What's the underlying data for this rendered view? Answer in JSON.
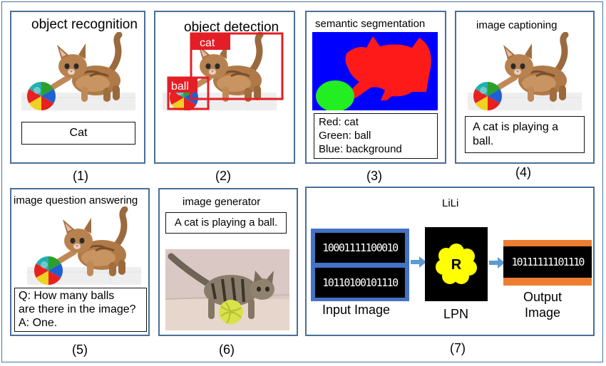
{
  "panels": {
    "p1": {
      "title": "object recognition",
      "box_text": "Cat",
      "number": "(1)"
    },
    "p2": {
      "title": "object detection",
      "labels": {
        "cat": "cat",
        "ball": "ball"
      },
      "number": "(2)"
    },
    "p3": {
      "title": "semantic segmentation",
      "lines": [
        "Red: cat",
        "Green: ball",
        "Blue: background"
      ],
      "number": "(3)"
    },
    "p4": {
      "title": "image captioning",
      "lines": [
        "A cat is playing a",
        "ball."
      ],
      "number": "(4)"
    },
    "p5": {
      "title": "image question answering",
      "lines": [
        "Q: How many balls",
        "are there in the image?",
        "A: One."
      ],
      "number": "(5)"
    },
    "p6": {
      "title": "image generator",
      "box_text": "A cat is playing a ball.",
      "number": "(6)"
    },
    "p7": {
      "title": "LiLi",
      "input_bits": [
        "10001111100010",
        "10110100101110"
      ],
      "input_label": "Input Image",
      "lpn_letter": "R",
      "lpn_label": "LPN",
      "output_bits": "10111111101110",
      "output_label_lines": [
        "Output",
        "Image"
      ],
      "number": "(7)"
    }
  },
  "colors": {
    "panel_border": "#4a6f99",
    "detect_red": "#e41e26",
    "seg_red": "#ff1a1a",
    "seg_green": "#22ee22",
    "seg_blue": "#0000ff",
    "arrow_blue": "#5b9bd5",
    "lpn_yellow": "#ffff00",
    "output_orange": "#ed7d31",
    "input_blue": "#4472c4"
  },
  "icons": [
    "kitten-photo",
    "beach-ball",
    "tabby-cat-photo",
    "yarn-ball",
    "cloud-shape",
    "right-arrow"
  ]
}
